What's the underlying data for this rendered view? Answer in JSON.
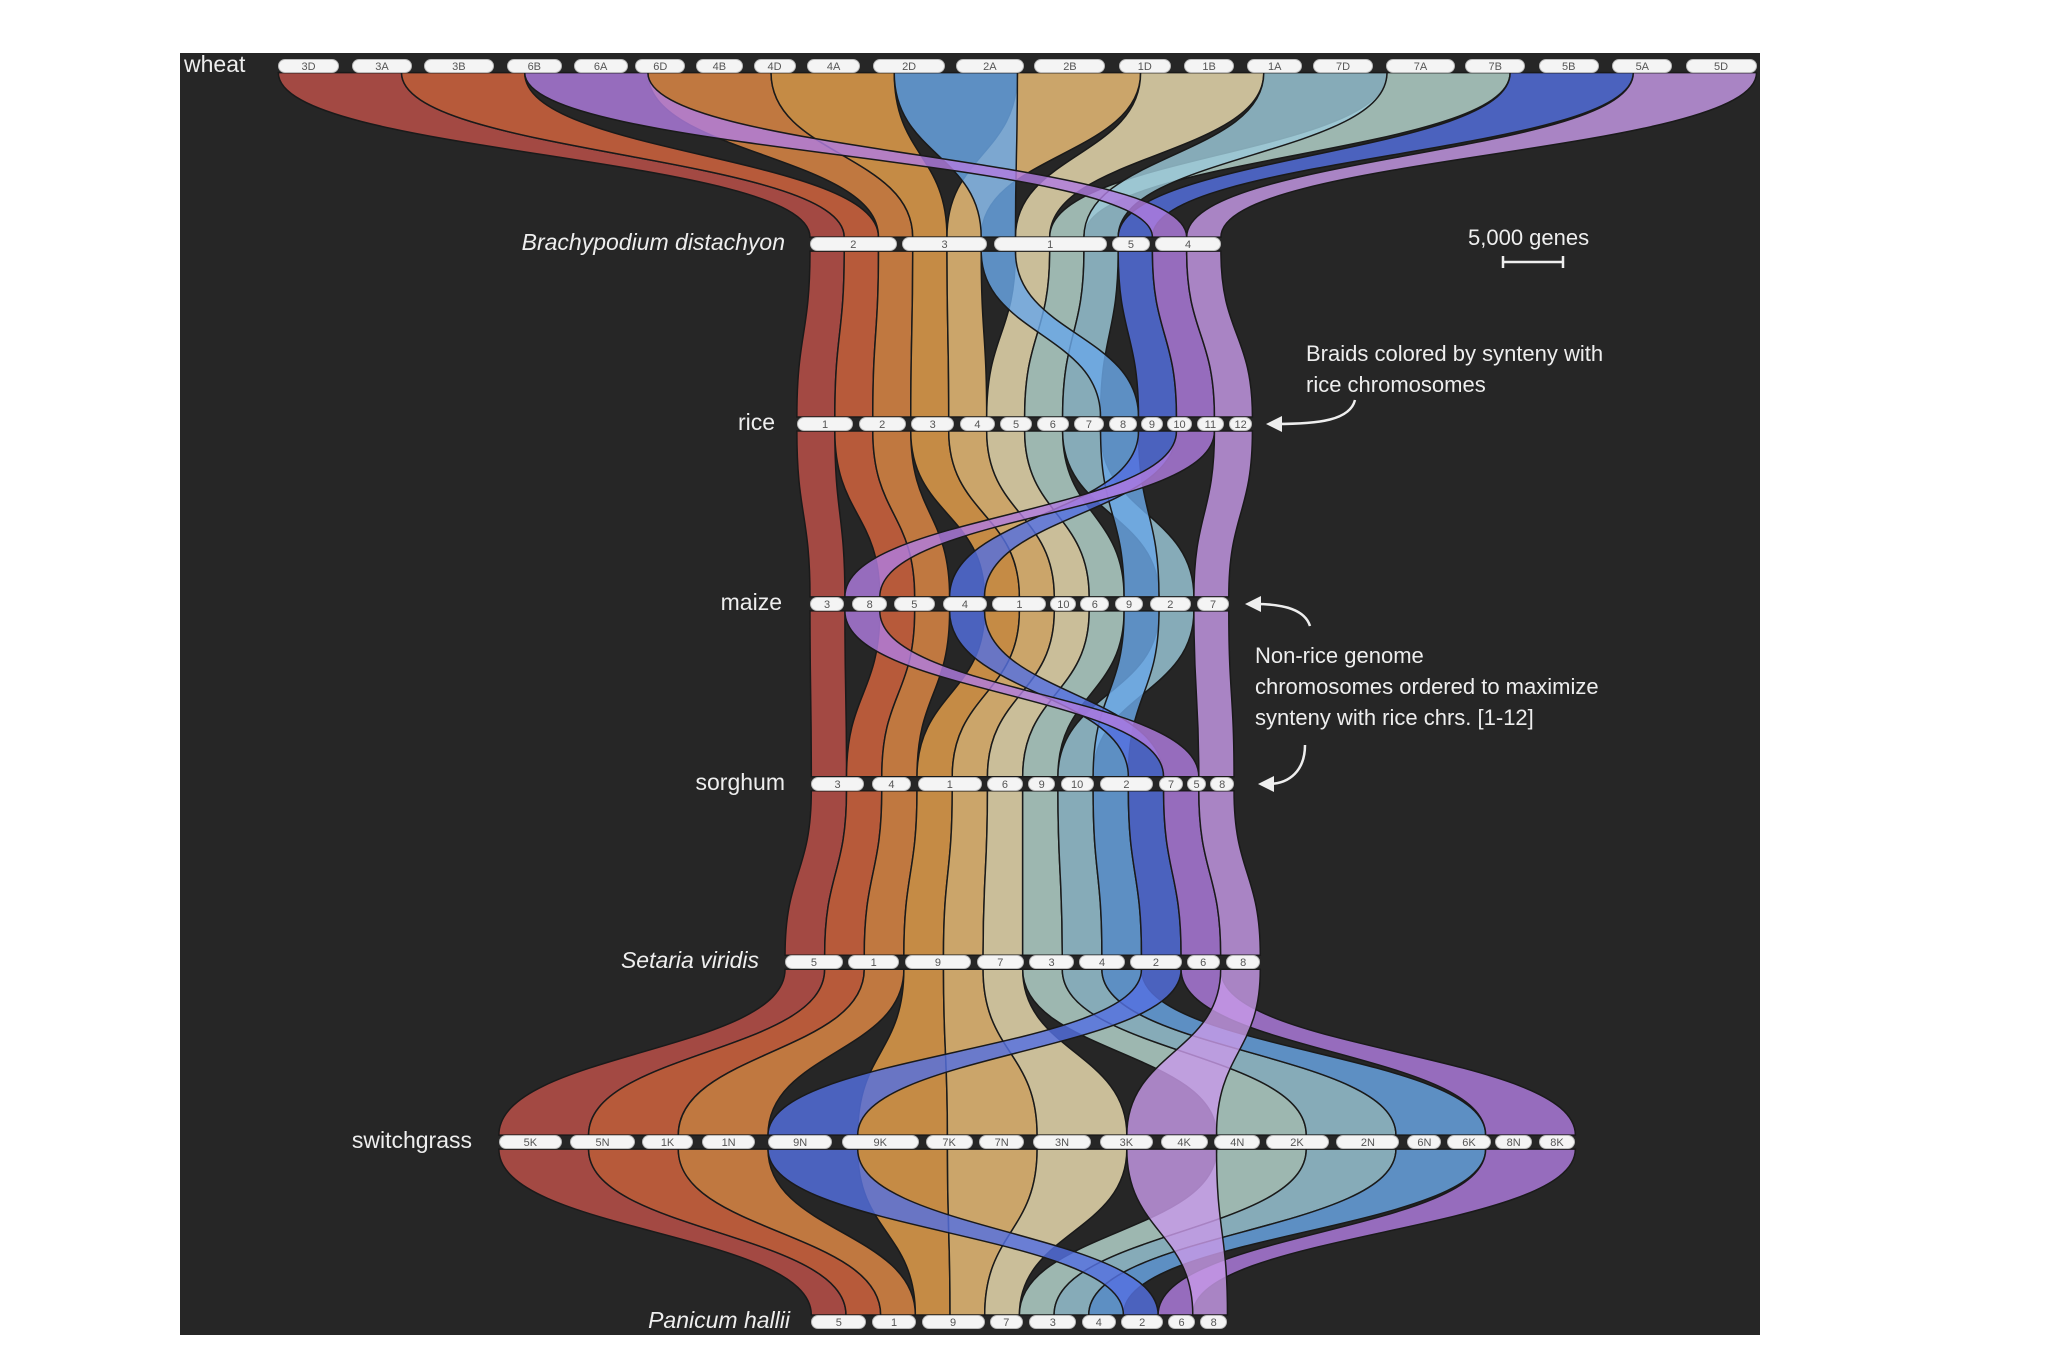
{
  "rows": [
    {
      "label": "wheat",
      "italic": false,
      "chromosomes": [
        "3D",
        "3A",
        "3B",
        "6B",
        "6A",
        "6D",
        "4B",
        "4D",
        "4A",
        "2D",
        "2A",
        "2B",
        "1D",
        "1B",
        "1A",
        "7D",
        "7A",
        "7B",
        "5B",
        "5A",
        "5D"
      ]
    },
    {
      "label": "Brachypodium distachyon",
      "italic": true,
      "chromosomes": [
        "2",
        "3",
        "1",
        "5",
        "4"
      ]
    },
    {
      "label": "rice",
      "italic": false,
      "chromosomes": [
        "1",
        "2",
        "3",
        "4",
        "5",
        "6",
        "7",
        "8",
        "9",
        "10",
        "11",
        "12"
      ]
    },
    {
      "label": "maize",
      "italic": false,
      "chromosomes": [
        "3",
        "8",
        "5",
        "4",
        "1",
        "10",
        "6",
        "9",
        "2",
        "7"
      ]
    },
    {
      "label": "sorghum",
      "italic": false,
      "chromosomes": [
        "3",
        "4",
        "1",
        "6",
        "9",
        "10",
        "2",
        "7",
        "5",
        "8"
      ]
    },
    {
      "label": "Setaria viridis",
      "italic": true,
      "chromosomes": [
        "5",
        "1",
        "9",
        "7",
        "3",
        "4",
        "2",
        "6",
        "8"
      ]
    },
    {
      "label": "switchgrass",
      "italic": false,
      "chromosomes": [
        "5K",
        "5N",
        "1K",
        "1N",
        "9N",
        "9K",
        "7K",
        "7N",
        "3N",
        "3K",
        "4K",
        "4N",
        "2K",
        "2N",
        "6N",
        "6K",
        "8N",
        "8K"
      ]
    },
    {
      "label": "Panicum hallii",
      "italic": true,
      "chromosomes": [
        "5",
        "1",
        "9",
        "7",
        "3",
        "4",
        "2",
        "6",
        "8"
      ]
    }
  ],
  "scale_bar": {
    "label": "5,000 genes"
  },
  "annotations": {
    "braids": [
      "Braids colored by synteny with",
      "rice chromosomes"
    ],
    "ordering": [
      "Non-rice genome",
      "chromosomes ordered to maximize",
      "synteny with rice chrs. [1-12]"
    ]
  },
  "colors": {
    "background": "#262626",
    "rice_chromosome_palette": [
      "#c0524a",
      "#d8673f",
      "#e38b47",
      "#e9a24d",
      "#f0c27a",
      "#efe1b3",
      "#b8d8d0",
      "#9cc9d9",
      "#6aa7e6",
      "#5470e0",
      "#b07ddf",
      "#c79ae8"
    ]
  }
}
